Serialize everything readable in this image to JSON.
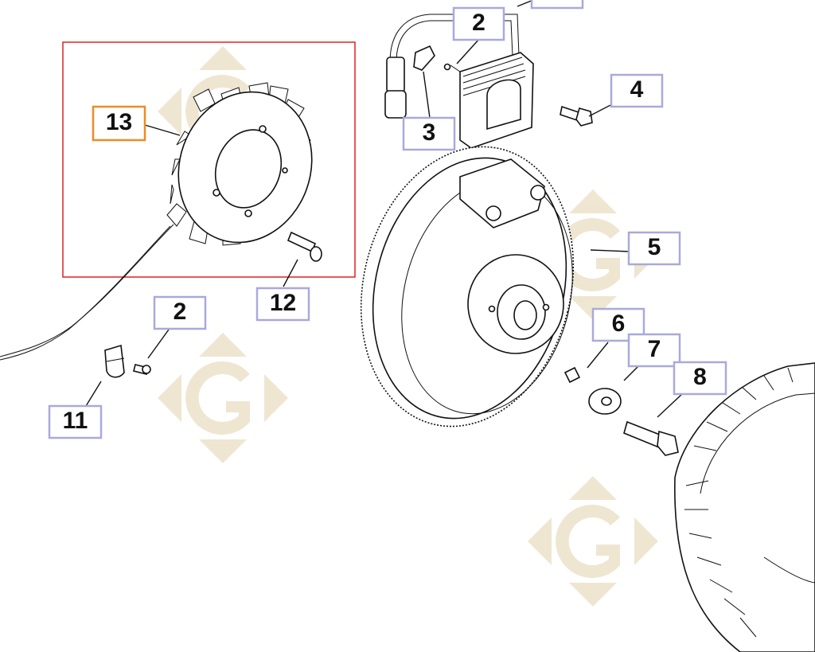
{
  "diagram": {
    "callouts": [
      {
        "id": "c13",
        "label": "13",
        "highlighted": true
      },
      {
        "id": "c2a",
        "label": "2"
      },
      {
        "id": "c3",
        "label": "3"
      },
      {
        "id": "c4",
        "label": "4"
      },
      {
        "id": "c5",
        "label": "5"
      },
      {
        "id": "c12",
        "label": "12"
      },
      {
        "id": "c2b",
        "label": "2"
      },
      {
        "id": "c11",
        "label": "11"
      },
      {
        "id": "c6",
        "label": "6"
      },
      {
        "id": "c7",
        "label": "7"
      },
      {
        "id": "c8",
        "label": "8"
      }
    ],
    "colors": {
      "callout_border": "#a9a9dd",
      "highlight_border": "#f08a24",
      "selection_box": "#e02020",
      "watermark": "#e3d3ae",
      "line": "#111111"
    },
    "icons": [
      "watermark-g-logo"
    ]
  }
}
